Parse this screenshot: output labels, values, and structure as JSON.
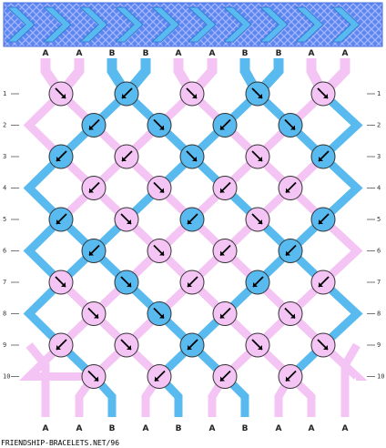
{
  "colors": {
    "A": "#f4c4f4",
    "B": "#58baee",
    "A_stroke": "#333333",
    "B_stroke": "#333333",
    "band_bg": "#5b87f0",
    "band_hatch": "#aab6ff"
  },
  "pattern": {
    "top_labels": [
      "A",
      "A",
      "B",
      "B",
      "A",
      "A",
      "B",
      "B",
      "A",
      "A"
    ],
    "bottom_labels": [
      "A",
      "A",
      "B",
      "A",
      "B",
      "A",
      "B",
      "A",
      "A",
      "A"
    ],
    "row_numbers": [
      "1",
      "2",
      "3",
      "4",
      "5",
      "6",
      "7",
      "8",
      "9",
      "10"
    ],
    "knot_rows": [
      [
        {
          "c": "A",
          "d": "se"
        },
        {
          "c": "B",
          "d": "sw"
        },
        {
          "c": "A",
          "d": "se"
        },
        {
          "c": "B",
          "d": "se"
        },
        {
          "c": "A",
          "d": "se"
        }
      ],
      [
        {
          "c": "B",
          "d": "sw"
        },
        {
          "c": "B",
          "d": "se"
        },
        {
          "c": "B",
          "d": "sw"
        },
        {
          "c": "B",
          "d": "se"
        }
      ],
      [
        {
          "c": "B",
          "d": "sw"
        },
        {
          "c": "A",
          "d": "sw"
        },
        {
          "c": "B",
          "d": "se"
        },
        {
          "c": "A",
          "d": "se"
        },
        {
          "c": "B",
          "d": "sw"
        }
      ],
      [
        {
          "c": "A",
          "d": "sw"
        },
        {
          "c": "A",
          "d": "se"
        },
        {
          "c": "A",
          "d": "sw"
        },
        {
          "c": "A",
          "d": "sw"
        }
      ],
      [
        {
          "c": "B",
          "d": "sw"
        },
        {
          "c": "A",
          "d": "se"
        },
        {
          "c": "B",
          "d": "sw"
        },
        {
          "c": "A",
          "d": "se"
        },
        {
          "c": "B",
          "d": "sw"
        }
      ],
      [
        {
          "c": "B",
          "d": "sw"
        },
        {
          "c": "A",
          "d": "se"
        },
        {
          "c": "A",
          "d": "sw"
        },
        {
          "c": "B",
          "d": "sw"
        }
      ],
      [
        {
          "c": "A",
          "d": "se"
        },
        {
          "c": "B",
          "d": "se"
        },
        {
          "c": "A",
          "d": "sw"
        },
        {
          "c": "B",
          "d": "sw"
        },
        {
          "c": "A",
          "d": "sw"
        }
      ],
      [
        {
          "c": "A",
          "d": "se"
        },
        {
          "c": "B",
          "d": "se"
        },
        {
          "c": "A",
          "d": "sw"
        },
        {
          "c": "A",
          "d": "se"
        }
      ],
      [
        {
          "c": "A",
          "d": "sw"
        },
        {
          "c": "A",
          "d": "se"
        },
        {
          "c": "B",
          "d": "sw"
        },
        {
          "c": "A",
          "d": "se"
        },
        {
          "c": "A",
          "d": "se"
        }
      ],
      [
        {
          "c": "A",
          "d": "se"
        },
        {
          "c": "A",
          "d": "sw"
        },
        {
          "c": "A",
          "d": "sw"
        },
        {
          "c": "A",
          "d": "sw"
        }
      ]
    ]
  },
  "footer": {
    "text": "FRIENDSHIP-BRACELETS.NET/96"
  }
}
